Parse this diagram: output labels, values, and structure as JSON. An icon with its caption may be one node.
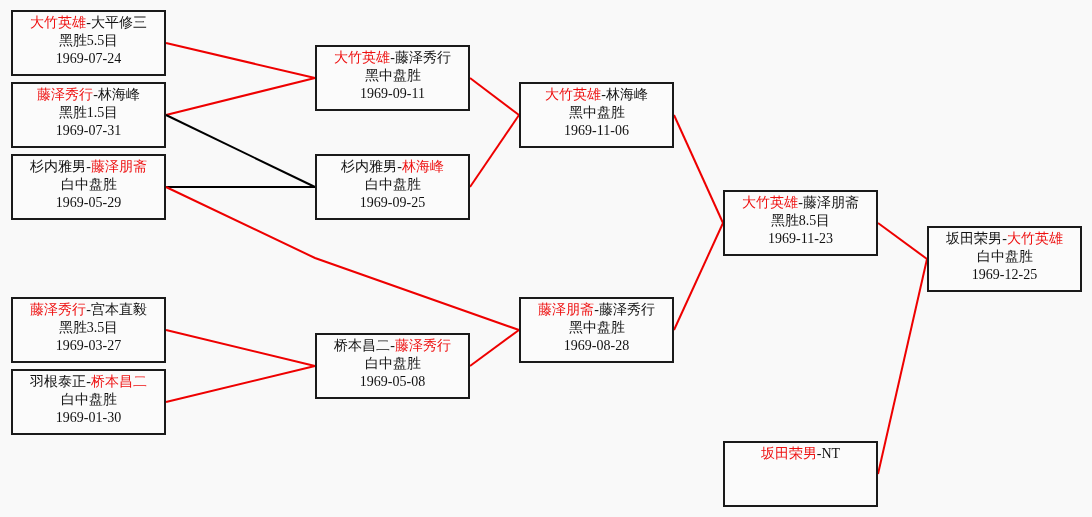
{
  "diagram": {
    "nodes": [
      {
        "text": [
          "**大竹英雄**-大平修三",
          "黑胜5.5目",
          "1969-07-24"
        ]
      },
      {
        "text": [
          "**藤泽秀行**-林海峰",
          "黑胜1.5目",
          "1969-07-31"
        ]
      },
      {
        "text": [
          "杉内雅男-**藤泽朋斋**",
          "白中盘胜",
          "1969-05-29"
        ]
      },
      {
        "text": [
          "**藤泽秀行**-宫本直毅",
          "黑胜3.5目",
          "1969-03-27"
        ]
      },
      {
        "text": [
          "羽根泰正-**桥本昌二**",
          "白中盘胜",
          "1969-01-30"
        ]
      },
      {
        "text": [
          "**大竹英雄**-藤泽秀行",
          "黑中盘胜",
          "1969-09-11"
        ]
      },
      {
        "text": [
          "杉内雅男-**林海峰**",
          "白中盘胜",
          "1969-09-25"
        ]
      },
      {
        "text": [
          "桥本昌二-**藤泽秀行**",
          "白中盘胜",
          "1969-05-08"
        ]
      },
      {
        "text": [
          "**大竹英雄**-林海峰",
          "黑中盘胜",
          "1969-11-06"
        ]
      },
      {
        "text": [
          "**藤泽朋斋**-藤泽秀行",
          "黑中盘胜",
          "1969-08-28"
        ]
      },
      {
        "text": [
          "**大竹英雄**-藤泽朋斋",
          "黑胜8.5目",
          "1969-11-23"
        ]
      },
      {
        "text": [
          "坂田荣男-**大竹英雄**",
          "白中盘胜",
          "1969-12-25"
        ]
      },
      {
        "text": [
          "**坂田荣男**-NT"
        ]
      }
    ],
    "edges": [
      {
        "from": 0,
        "to": 5,
        "arrow": "none"
      },
      {
        "from": 1,
        "to": 5,
        "arrow": "none"
      },
      {
        "from": 1,
        "to": 6,
        "arrow": "none",
        "color": "#000000"
      },
      {
        "from": 2,
        "to": 6,
        "arrow": "none",
        "color": "#000000"
      },
      {
        "from": 2,
        "to": 9,
        "arrow": "none"
      },
      {
        "from": 3,
        "to": 7,
        "arrow": "none"
      },
      {
        "from": 4,
        "to": 7,
        "arrow": "none"
      },
      {
        "from": 5,
        "to": 8,
        "arrow": "none"
      },
      {
        "from": 6,
        "to": 8,
        "arrow": "none"
      },
      {
        "from": 7,
        "to": 9,
        "arrow": "none"
      },
      {
        "from": 8,
        "to": 10,
        "arrow": "none"
      },
      {
        "from": 9,
        "to": 10,
        "arrow": "none"
      },
      {
        "from": 10,
        "to": 11,
        "arrow": "none"
      },
      {
        "from": 12,
        "to": 11,
        "arrow": "none"
      }
    ]
  }
}
